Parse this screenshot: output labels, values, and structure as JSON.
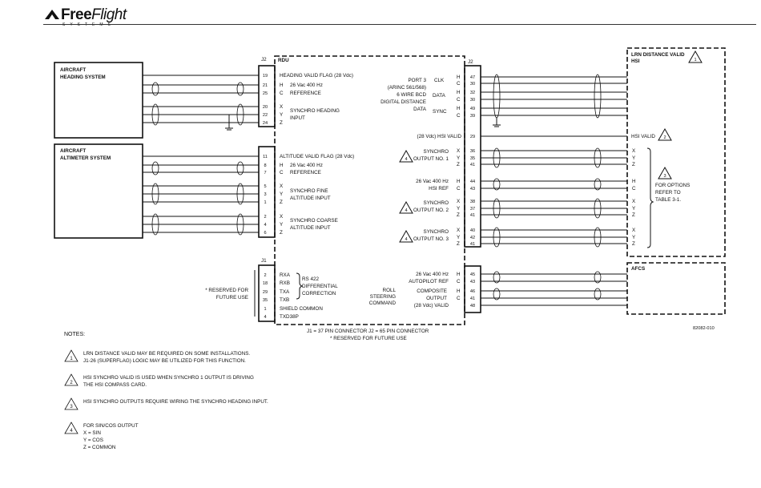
{
  "header": {
    "logo_main": "Free",
    "logo_italic": "Flight",
    "logo_sub": "SYSTEMS"
  },
  "left_boxes": {
    "heading": [
      "AIRCRAFT",
      "HEADING SYSTEM"
    ],
    "altimeter": [
      "AIRCRAFT",
      "ALTIMETER SYSTEM"
    ]
  },
  "connectors": {
    "j1": "J1",
    "j2_left": "J2",
    "j2_right": "J2",
    "rdu": "RDU"
  },
  "heading_pins": [
    "19",
    "21",
    "25",
    "20",
    "22",
    "24"
  ],
  "heading_labels": {
    "valid": "HEADING VALID FLAG (28 Vdc)",
    "h": "H",
    "c": "C",
    "ref1": "26 Vac 400 Hz",
    "ref2": "REFERENCE",
    "x": "X",
    "y": "Y",
    "z": "Z",
    "syn1": "SYNCHRO HEADING",
    "syn2": "INPUT"
  },
  "alt_pins": [
    "11",
    "8",
    "7",
    "5",
    "3",
    "1",
    "2",
    "4",
    "6"
  ],
  "alt_labels": {
    "valid": "ALTITUDE VALID FLAG (28 Vdc)",
    "ref1": "26 Vac 400 Hz",
    "ref2": "REFERENCE",
    "fine1": "SYNCHRO FINE",
    "fine2": "ALTITUDE INPUT",
    "coarse1": "SYNCHRO COARSE",
    "coarse2": "ALTITUDE INPUT"
  },
  "rs422": {
    "pins": [
      "2",
      "18",
      "29",
      "35",
      "1",
      "4"
    ],
    "signals": [
      "RXA",
      "RXB",
      "TXA",
      "TXB",
      "SHIELD COMMON",
      "TXD38P"
    ],
    "desc": [
      "RS 422",
      "DIFFERENTIAL",
      "CORRECTION"
    ],
    "reserved": [
      "* RESERVED FOR",
      "FUTURE USE"
    ]
  },
  "right_pins": [
    "47",
    "30",
    "32",
    "30",
    "49",
    "39",
    "29",
    "36",
    "35",
    "41",
    "44",
    "43",
    "38",
    "37",
    "41",
    "40",
    "42",
    "41",
    "45",
    "43",
    "46",
    "41",
    "48"
  ],
  "port3": {
    "lines": [
      "PORT 3",
      "(ARINC 561/568)",
      "6 WIRE BCD",
      "DIGITAL DISTANCE",
      "DATA"
    ],
    "clk": "CLK",
    "data": "DATA",
    "sync": "SYNC"
  },
  "right_labels": {
    "hsi_valid": "(28 Vdc) HSI VALID",
    "syn1_a": "SYNCHRO",
    "syn1_b": "OUTPUT NO. 1",
    "hsi_ref1": "26 Vac 400 Hz",
    "hsi_ref2": "HSI REF",
    "syn2_a": "SYNCHRO",
    "syn2_b": "OUTPUT NO. 2",
    "syn3_a": "SYNCHRO",
    "syn3_b": "OUTPUT NO. 3",
    "ap_ref1": "26 Vac 400 Hz",
    "ap_ref2": "AUTOPILOT REF",
    "roll1": "ROLL",
    "roll2": "STEERING",
    "roll3": "COMMAND",
    "comp1": "COMPOSITE",
    "comp2": "OUTPUT",
    "valid28": "(28 Vdc) VALID"
  },
  "hsi_box": {
    "title1": "LRN DISTANCE VALID",
    "title2": "HSI",
    "hsi_valid": "HSI VALID",
    "options": [
      "FOR OPTIONS",
      "REFER TO",
      "TABLE 3-1."
    ]
  },
  "afcs_box": {
    "title": "AFCS"
  },
  "footer": {
    "connectors": "J1 = 37 PIN CONNECTOR  J2 = 65 PIN CONNECTOR",
    "reserved": "*  RESERVED FOR FUTURE USE",
    "figno": "82082-010"
  },
  "notes": {
    "title": "NOTES:",
    "items": [
      {
        "num": "1",
        "text": "LRN DISTANCE VALID MAY BE REQUIRED ON SOME INSTALLATIONS.\nJ1-26 (SUPERFLAG) LOGIC MAY BE UTILIZED FOR THIS FUNCTION."
      },
      {
        "num": "2",
        "text": "HSI SYNCHRO VALID IS USED WHEN SYNCHRO 1 OUTPUT IS DRIVING\nTHE HSI COMPASS CARD."
      },
      {
        "num": "3",
        "text": "HSI SYNCHRO OUTPUTS REQUIRE WIRING THE SYNCHRO HEADING INPUT."
      },
      {
        "num": "4",
        "text": "FOR SIN/COS OUTPUT\nX = SIN\nY = COS\nZ = COMMON"
      }
    ]
  },
  "callouts": {
    "n1": "1",
    "n2": "2",
    "n3": "3",
    "n4": "4"
  }
}
